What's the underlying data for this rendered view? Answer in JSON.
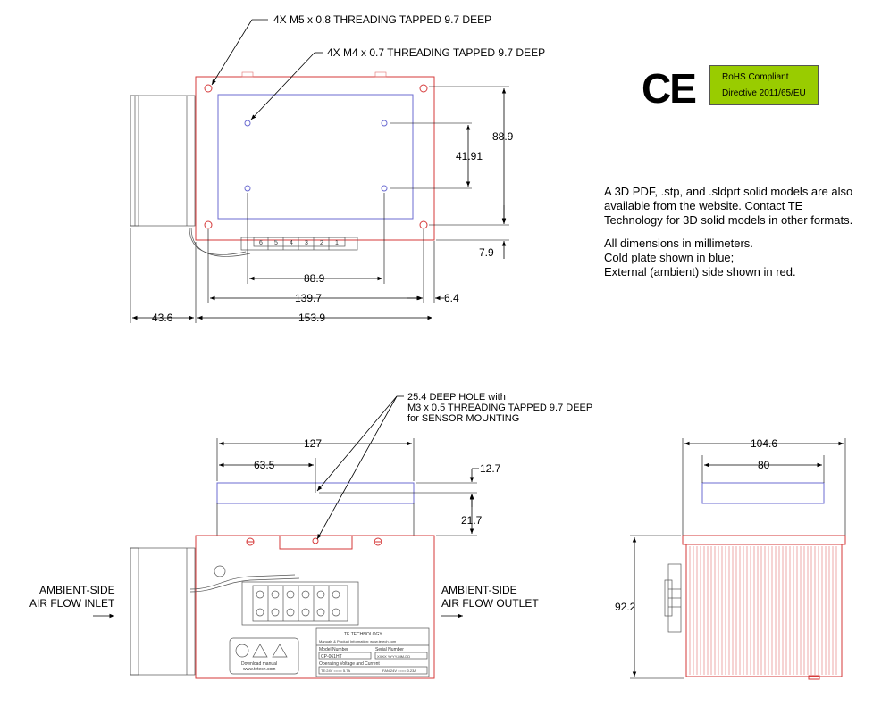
{
  "callouts": {
    "m5_threading": "4X M5 x 0.8 THREADING TAPPED 9.7 DEEP",
    "m4_threading": "4X M4 x 0.7 THREADING TAPPED 9.7 DEEP",
    "sensor_line1": "25.4 DEEP HOLE with",
    "sensor_line2": "M3 x 0.5 THREADING TAPPED 9.7 DEEP",
    "sensor_line3": "for SENSOR MOUNTING"
  },
  "top_view_dims": {
    "d88_9_vert": "88.9",
    "d41_91": "41.91",
    "d7_9": "7.9",
    "d88_9_horiz": "88.9",
    "d139_7": "139.7",
    "d6_4": "6.4",
    "d43_6": "43.6",
    "d153_9": "153.9"
  },
  "front_view_dims": {
    "d127": "127",
    "d63_5": "63.5",
    "d12_7": "12.7",
    "d21_7": "21.7"
  },
  "side_view_dims": {
    "d104_6": "104.6",
    "d80": "80",
    "d92_2": "92.2"
  },
  "airflow": {
    "inlet_line1": "AMBIENT-SIDE",
    "inlet_line2": "AIR FLOW INLET",
    "outlet_line1": "AMBIENT-SIDE",
    "outlet_line2": "AIR FLOW OUTLET"
  },
  "certification": {
    "ce_mark": "CE",
    "rohs_line1": "RoHS Compliant",
    "rohs_line2": "Directive 2011/65/EU",
    "rohs_color": "#99cc00"
  },
  "notes": {
    "models": "A 3D PDF, .stp, and .sldprt solid models are also available from the website. Contact TE Technology for 3D solid models in other formats.",
    "units": "All dimensions in millimeters.",
    "blue": "Cold plate shown in blue;",
    "red": "External (ambient) side shown in red."
  },
  "colors": {
    "ambient_side": "#d63a3a",
    "cold_plate": "#6b6bd1"
  },
  "terminal_numbers": [
    "6",
    "5",
    "4",
    "3",
    "2",
    "1"
  ],
  "label_plate": {
    "brand_row": "TE TECHNOLOGY",
    "website_row": "Manuals & Product Information: www.tetech.com",
    "model_header": "Model Number",
    "serial_header": "Serial Number",
    "model_value": "CP-061HT",
    "serial_value": "XXXX  YYYY-MM-DD",
    "voltage_header": "Operating Voltage and Current",
    "te_value": "TE:24V ==== 5.7A",
    "fan_value": "FAN:24V ==== 0.23A",
    "manual_line1": "Download manual",
    "manual_line2": "www.tetech.com"
  }
}
